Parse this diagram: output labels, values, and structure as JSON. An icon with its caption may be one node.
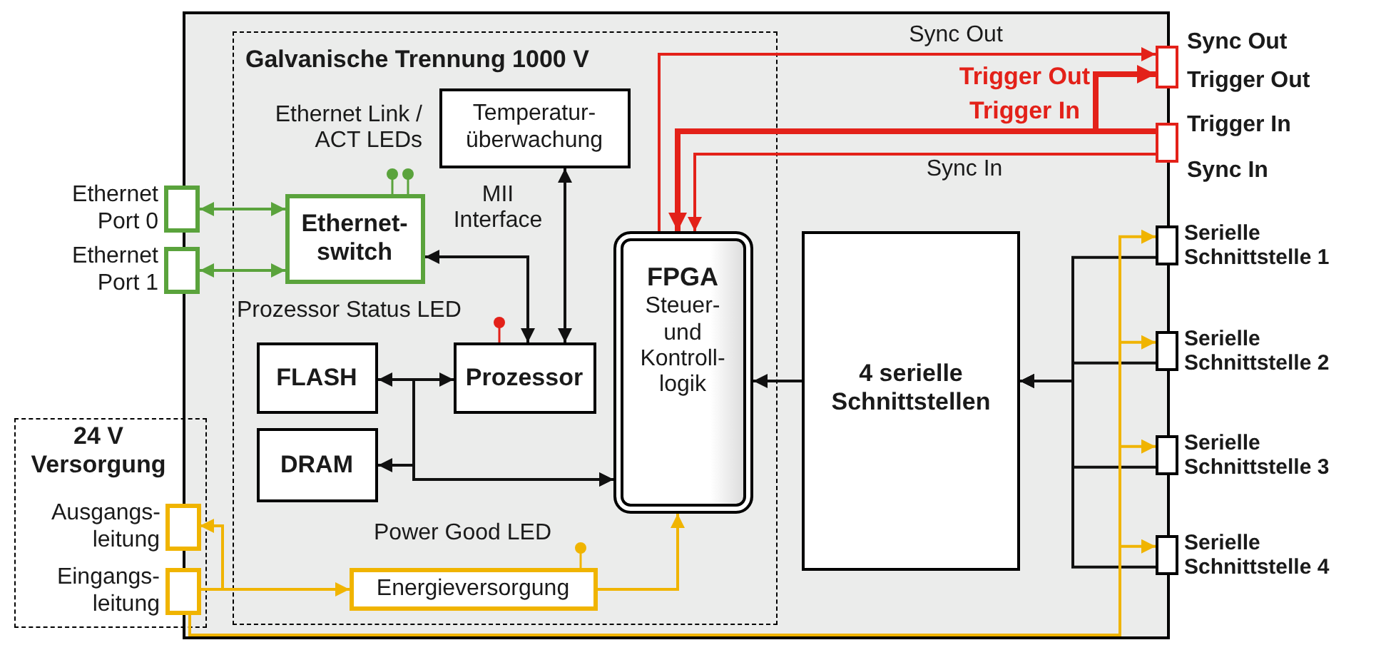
{
  "diagram": {
    "nodes": [
      {
        "text": [],
        "shape": "box"
      },
      {
        "text": [
          "Galvanische Trennung 1000 V"
        ],
        "in": 0
      },
      {
        "text": [
          "Temperatur- überwachung"
        ],
        "in": 1
      },
      {
        "text": [
          "Ethernet-switch"
        ],
        "in": 1
      },
      {
        "text": [
          "FLASH"
        ],
        "in": 1
      },
      {
        "text": [
          "Prozessor"
        ],
        "in": 1,
        "beside": [
          "Prozessor Status LED"
        ]
      },
      {
        "text": [
          "DRAM"
        ],
        "in": 1
      },
      {
        "text": [
          "FPGA",
          "Steuer- und Kontroll- logik"
        ],
        "in": 1
      },
      {
        "text": [
          "Energieversorgung"
        ],
        "in": 1,
        "beside": [
          "Power Good LED"
        ]
      },
      {
        "text": [
          "4 serielle Schnittstellen"
        ],
        "in": 0
      },
      {
        "text": [
          "Ethernet Port 0"
        ]
      },
      {
        "text": [
          "Ethernet Port 1"
        ]
      },
      {
        "text": [
          "24 V Versorgung"
        ]
      },
      {
        "text": [
          "Ausgangs- leitung"
        ],
        "in": 12
      },
      {
        "text": [
          "Eingangs- leitung"
        ],
        "in": 12
      },
      {
        "text": [
          "Sync Out",
          "Trigger Out"
        ]
      },
      {
        "text": [
          "Trigger In",
          "Sync In"
        ]
      },
      {
        "text": [
          "Serielle Schnittstelle 1"
        ]
      },
      {
        "text": [
          "Serielle Schnittstelle 2"
        ]
      },
      {
        "text": [
          "Serielle Schnittstelle 3"
        ]
      },
      {
        "text": [
          "Serielle Schnittstelle 4"
        ]
      }
    ],
    "edges": [
      {
        "from": 10,
        "to": 3,
        "arrow": "both",
        "color": "#5aa33c"
      },
      {
        "from": 11,
        "to": 3,
        "arrow": "both",
        "color": "#5aa33c"
      },
      {
        "from": 5,
        "to": 3,
        "arrow": "both",
        "label": "MII Interface"
      },
      {
        "from": 2,
        "to": 5,
        "arrow": "both"
      },
      {
        "from": 4,
        "to": 5,
        "arrow": "both"
      },
      {
        "from": 4,
        "to": 7,
        "arrow": "to"
      },
      {
        "from": 6,
        "to": 7,
        "arrow": "both"
      },
      {
        "from": 9,
        "to": 7,
        "arrow": "to"
      },
      {
        "from": 17,
        "to": 9,
        "arrow": "to"
      },
      {
        "from": 18,
        "to": 9,
        "arrow": "to"
      },
      {
        "from": 19,
        "to": 9,
        "arrow": "to"
      },
      {
        "from": 20,
        "to": 9,
        "arrow": "to"
      },
      {
        "from": 14,
        "to": 8,
        "arrow": "to",
        "color": "#f0b400"
      },
      {
        "from": 14,
        "to": 13,
        "arrow": "to",
        "color": "#f0b400"
      },
      {
        "from": 8,
        "to": 7,
        "arrow": "to",
        "color": "#f0b400"
      },
      {
        "from": 14,
        "to": 17,
        "arrow": "to",
        "color": "#f0b400"
      },
      {
        "from": 14,
        "to": 18,
        "arrow": "to",
        "color": "#f0b400"
      },
      {
        "from": 14,
        "to": 19,
        "arrow": "to",
        "color": "#f0b400"
      },
      {
        "from": 14,
        "to": 20,
        "arrow": "to",
        "color": "#f0b400"
      },
      {
        "from": 7,
        "to": 15,
        "arrow": "to",
        "label": "Sync Out",
        "color": "#e32119"
      },
      {
        "from": 16,
        "to": 15,
        "arrow": "to",
        "label": "Trigger Out",
        "style": "thick",
        "color": "#e32119"
      },
      {
        "from": 16,
        "to": 7,
        "arrow": "to",
        "label": "Trigger In",
        "style": "thick",
        "color": "#e32119"
      },
      {
        "from": 16,
        "to": 7,
        "arrow": "to",
        "label": "Sync In",
        "color": "#e32119"
      }
    ],
    "labels": [
      "Ethernet Link / ACT LEDs"
    ]
  }
}
